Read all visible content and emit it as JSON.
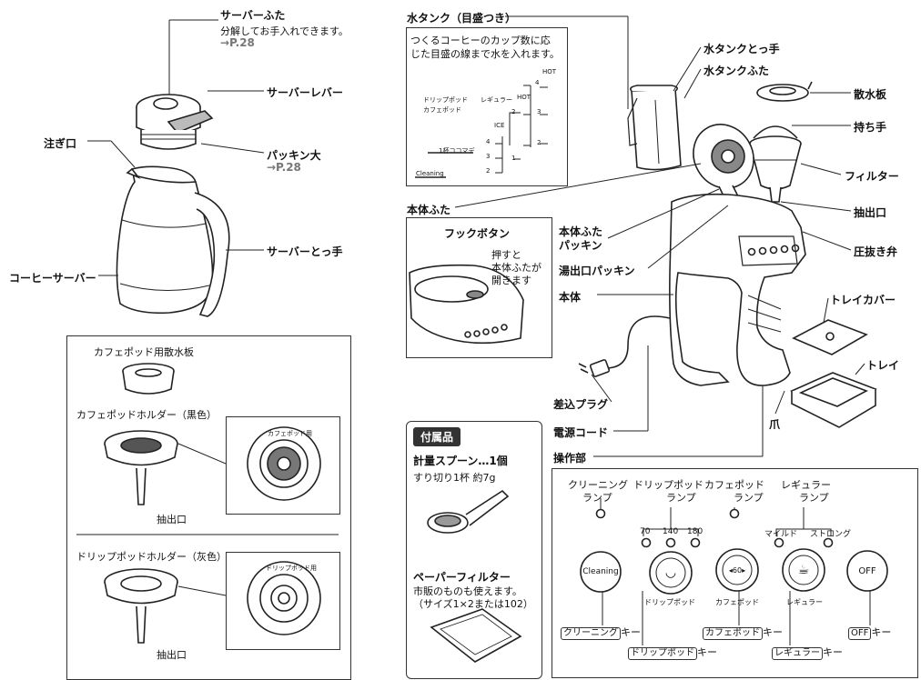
{
  "server": {
    "lid": "サーバーふた",
    "lid_note": "分解してお手入れできます。",
    "lid_ref": "→P.28",
    "lever": "サーバーレバー",
    "spout": "注ぎ口",
    "gasket": "パッキン大",
    "gasket_ref": "→P.28",
    "handle": "サーバーとっ手",
    "body": "コーヒーサーバー"
  },
  "holders": {
    "sprinkler": "カフェポッド用散水板",
    "cafe_holder": "カフェポッドホルダー（黒色）",
    "outlet1": "抽出口",
    "drip_holder": "ドリップポッドホルダー（灰色）",
    "outlet2": "抽出口",
    "cafe_stamp": "カフェポッド用",
    "drip_stamp": "ドリップポッド用"
  },
  "tank": {
    "title": "水タンク（目盛つき）",
    "desc1": "つくるコーヒーのカップ数に応",
    "desc2": "じた目盛の線まで水を入れます。",
    "gauge": {
      "drip_label": "ドリップポッド",
      "cafe_label": "カフェポッド",
      "regular_label": "レギュラー",
      "hot": "HOT",
      "ice": "ICE",
      "spoon": "1杯ココマデ",
      "cleaning": "Cleaning",
      "marks_left": [
        "4",
        "3",
        "2"
      ],
      "marks_mid": [
        "2",
        "1"
      ],
      "marks_right": [
        "4",
        "3",
        "2"
      ]
    },
    "handle": "水タンクとっ手",
    "lid": "水タンクふた"
  },
  "machine": {
    "sprinkler": "散水板",
    "grip": "持ち手",
    "filter": "フィルター",
    "outlet": "抽出口",
    "valve": "圧抜き弁",
    "body_lid": "本体ふた",
    "lid_gasket_1": "本体ふた",
    "lid_gasket_2": "パッキン",
    "hot_gasket": "湯出口パッキン",
    "body": "本体",
    "tray_cover": "トレイカバー",
    "tray": "トレイ",
    "claw": "爪",
    "plug": "差込プラグ",
    "cord": "電源コード",
    "panel": "操作部"
  },
  "hook": {
    "title": "フックボタン",
    "note1": "押すと",
    "note2": "本体ふたが",
    "note3": "開きます"
  },
  "accessories": {
    "badge": "付属品",
    "spoon": "計量スプーン…1個",
    "spoon_note": "すり切り1杯 約7g",
    "filter": "ペーパーフィルター",
    "filter_note1": "市販のものも使えます。",
    "filter_note2": "（サイズ1×2または102）"
  },
  "panel": {
    "lamp_cleaning_1": "クリーニング",
    "lamp_cleaning_2": "ランプ",
    "lamp_drip_1": "ドリップポッド",
    "lamp_drip_2": "ランプ",
    "lamp_cafe_1": "カフェポッド",
    "lamp_cafe_2": "ランプ",
    "lamp_regular_1": "レギュラー",
    "lamp_regular_2": "ランプ",
    "drip_options": [
      "70",
      "140",
      "180"
    ],
    "regular_options": [
      "マイルド",
      "ストロング"
    ],
    "btn_cleaning": "Cleaning",
    "btn_drip": "ドリップポッド",
    "btn_cafe_value": "◂60▸",
    "btn_cafe": "カフェポッド",
    "btn_regular": "レギュラー",
    "btn_off": "OFF",
    "key_cleaning": "クリーニング",
    "key_drip": "ドリップポッド",
    "key_cafe": "カフェポッド",
    "key_regular": "レギュラー",
    "key_off": "OFF",
    "key_suffix": "キー"
  }
}
